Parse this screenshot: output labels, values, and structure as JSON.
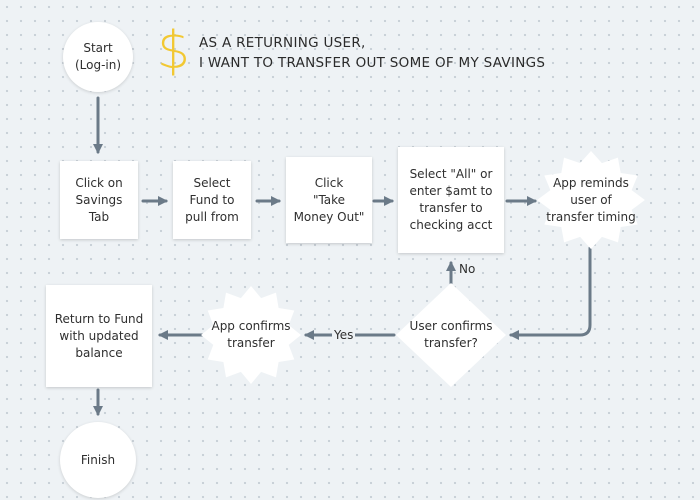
{
  "header": {
    "icon": "dollar-sign-icon",
    "icon_glyph": "$",
    "icon_color": "#f2c832",
    "title": "AS A RETURNING USER,\nI WANT TO TRANSFER OUT SOME OF MY SAVINGS"
  },
  "colors": {
    "connector": "#6b7a88",
    "node_fill": "#ffffff",
    "background": "#eef2f5"
  },
  "nodes": {
    "start": "Start\n(Log-in)",
    "savings_tab": "Click on\nSavings\nTab",
    "select_fund": "Select\nFund to\npull from",
    "take_money_out": "Click\n\"Take\nMoney Out\"",
    "select_amount": "Select \"All\" or\nenter $amt to\ntransfer to\nchecking acct",
    "app_reminds": "App reminds\nuser of\ntransfer timing",
    "user_confirms": "User confirms\ntransfer?",
    "app_confirms": "App confirms\ntransfer",
    "return_to_fund": "Return to Fund\nwith updated\nbalance",
    "finish": "Finish"
  },
  "edge_labels": {
    "no": "No",
    "yes": "Yes"
  }
}
